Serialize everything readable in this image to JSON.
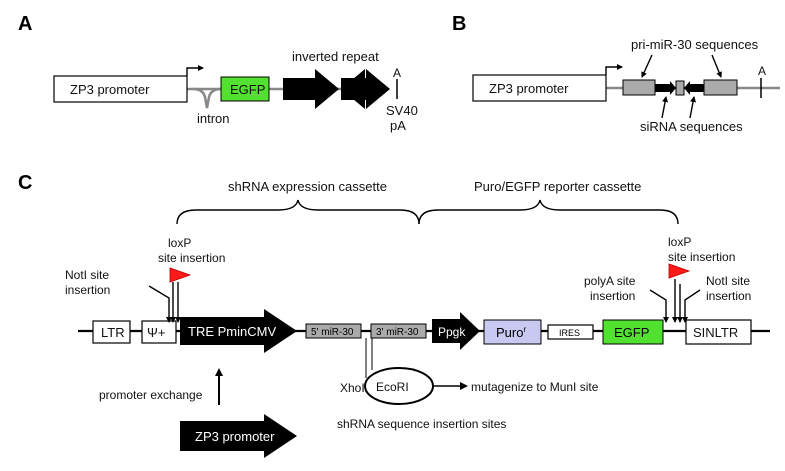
{
  "panels": {
    "a": "A",
    "b": "B",
    "c": "C"
  },
  "panelA": {
    "promoter": "ZP3 promoter",
    "reporter": "EGFP",
    "intron": "intron",
    "inverted_repeat": "inverted repeat",
    "polyA_site": "A",
    "sv40": "SV40",
    "pA": "pA"
  },
  "panelB": {
    "promoter": "ZP3 promoter",
    "pri_mir": "pri-miR-30 sequences",
    "sirna": "siRNA sequences",
    "polyA_site": "A"
  },
  "panelC": {
    "shrna_cassette": "shRNA expression cassette",
    "puro_cassette": "Puro/EGFP reporter cassette",
    "loxp_left_1": "loxP",
    "loxp_left_2": "site insertion",
    "loxp_right_1": "loxP",
    "loxp_right_2": "site insertion",
    "notI_left_1": "NotI site",
    "notI_left_2": "insertion",
    "notI_right_1": "NotI site",
    "notI_right_2": "insertion",
    "polyA_ins_1": "polyA site",
    "polyA_ins_2": "insertion",
    "ltr": "LTR",
    "psi": "Ψ+",
    "tre": "TRE PminCMV",
    "mir5": "5' miR-30",
    "mir3": "3' miR-30",
    "ppgk": "Ppgk",
    "puro": "Puro",
    "puro_sup": "r",
    "ires": "IRES",
    "egfp": "EGFP",
    "sinltr": "SINLTR",
    "xhoI": "XhoI",
    "ecoRI": "EcoRI",
    "mutagenize": "mutagenize to MunI site",
    "promoter_exchange": "promoter exchange",
    "zp3": "ZP3 promoter",
    "insertion_sites": "shRNA sequence insertion sites"
  },
  "colors": {
    "egfp": "#52e031",
    "puro": "#c8c8f0",
    "loxp_flag": "#ff1a1a",
    "gray": "#aaaaaa",
    "black": "#000000"
  }
}
